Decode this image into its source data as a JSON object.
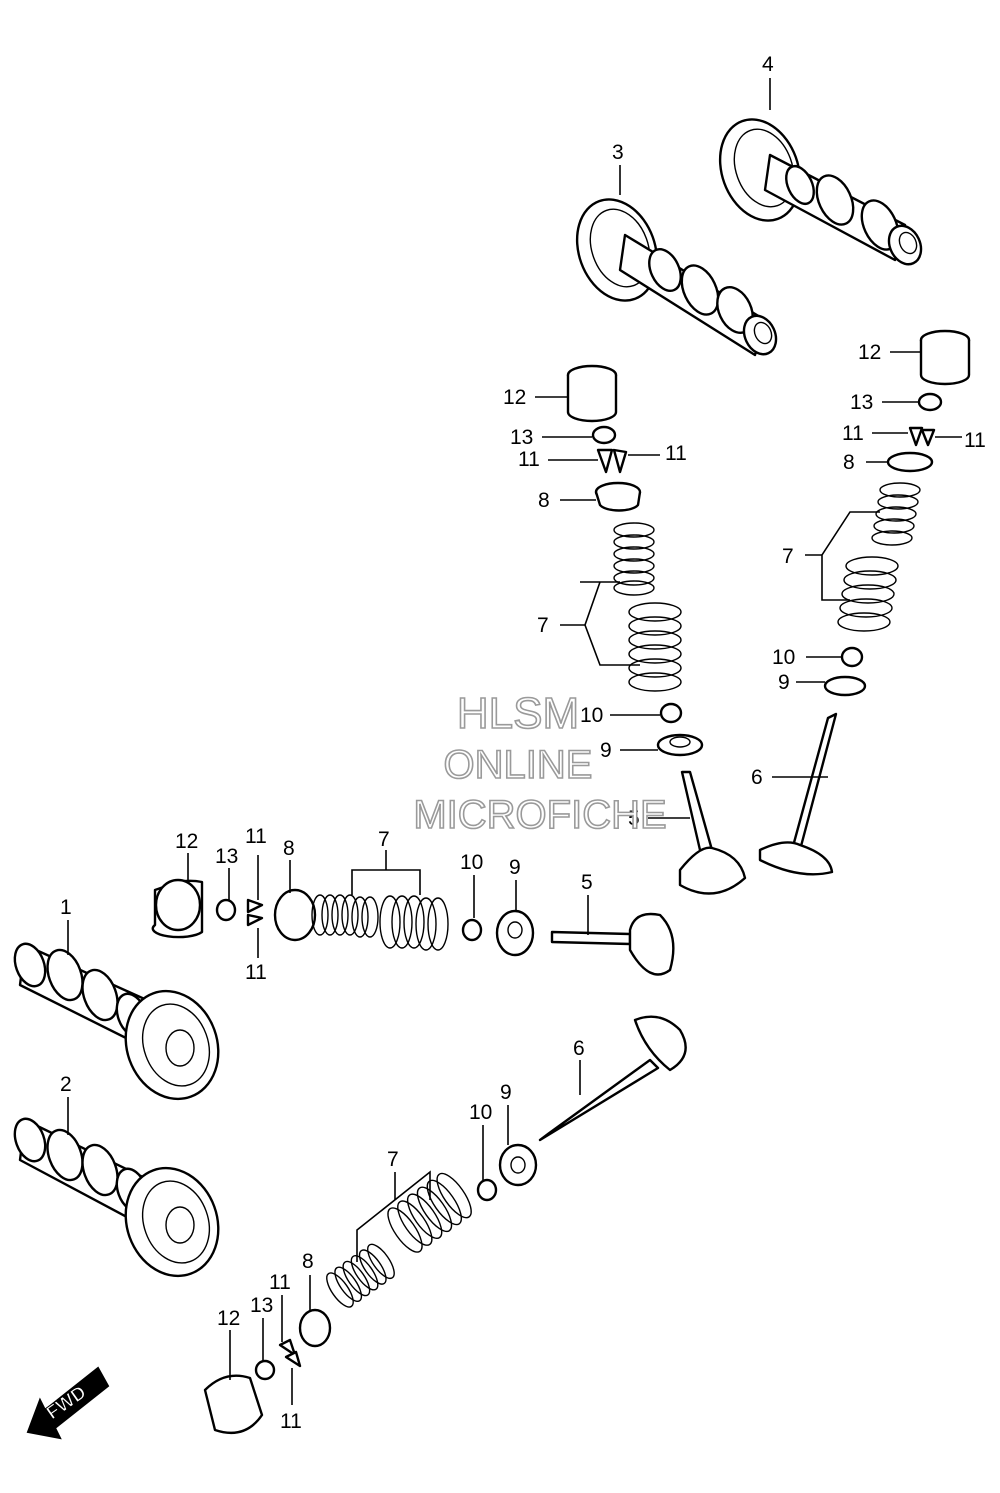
{
  "watermark": {
    "line1": "HLSM",
    "line2": "ONLINE",
    "line3": "MICROFICHE"
  },
  "fwd_label": "FWD",
  "callouts": {
    "c1": "1",
    "c2": "2",
    "c3": "3",
    "c4": "4",
    "c5a": "5",
    "c5b": "5",
    "c6a": "6",
    "c6b": "6",
    "c7a": "7",
    "c7b": "7",
    "c7c": "7",
    "c7d": "7",
    "c8a": "8",
    "c8b": "8",
    "c8c": "8",
    "c8d": "8",
    "c9a": "9",
    "c9b": "9",
    "c9c": "9",
    "c9d": "9",
    "c10a": "10",
    "c10b": "10",
    "c10c": "10",
    "c10d": "10",
    "c11a": "11",
    "c11b": "11",
    "c11c": "11",
    "c11d": "11",
    "c11e": "11",
    "c11f": "11",
    "c11g": "11",
    "c11h": "11",
    "c12a": "12",
    "c12b": "12",
    "c12c": "12",
    "c12d": "12",
    "c13a": "13",
    "c13b": "13",
    "c13c": "13",
    "c13d": "13"
  }
}
